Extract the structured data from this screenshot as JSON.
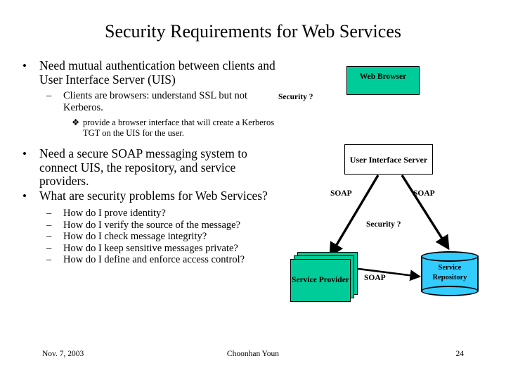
{
  "slide": {
    "title": "Security Requirements for Web Services",
    "page_number": "24"
  },
  "body": {
    "bullet_marker": "•",
    "dash_marker": "–",
    "diamond_marker": "❖",
    "bullets": [
      {
        "level": 1,
        "text": "Need mutual authentication between clients and User Interface Server (UIS)"
      },
      {
        "level": 2,
        "text": "Clients are browsers: understand SSL but not Kerberos."
      },
      {
        "level": 3,
        "text": "provide a browser interface that will create a Kerberos TGT on the UIS for the user."
      },
      {
        "level": 1,
        "text": "Need a secure SOAP messaging system to connect UIS, the repository, and service providers."
      },
      {
        "level": 1,
        "text": "What are security problems for Web Services?"
      },
      {
        "level": 2,
        "text": "How do I prove identity?"
      },
      {
        "level": 2,
        "text": "How do I verify the source of the message?"
      },
      {
        "level": 2,
        "text": "How do I check message integrity?"
      },
      {
        "level": 2,
        "text": "How do I keep sensitive messages private?"
      },
      {
        "level": 2,
        "text": "How do I define and enforce access control?"
      }
    ]
  },
  "diagram": {
    "nodes": {
      "web_browser": {
        "label": "Web Browser",
        "color": "#00CC99"
      },
      "user_interface_server": {
        "label": "User Interface Server",
        "color": "#FFFFFF"
      },
      "service_provider": {
        "label": "Service Provider",
        "color": "#00CC99"
      },
      "service_repository": {
        "label": "Service Repository",
        "color": "#33CCFF"
      }
    },
    "labels": {
      "security_top": "Security ?",
      "security_middle": "Security ?",
      "soap_left": "SOAP",
      "soap_right": "SOAP",
      "soap_middle": "SOAP"
    }
  },
  "footer": {
    "date": "Nov. 7, 2003",
    "author": "Choonhan Youn",
    "page": "24"
  }
}
